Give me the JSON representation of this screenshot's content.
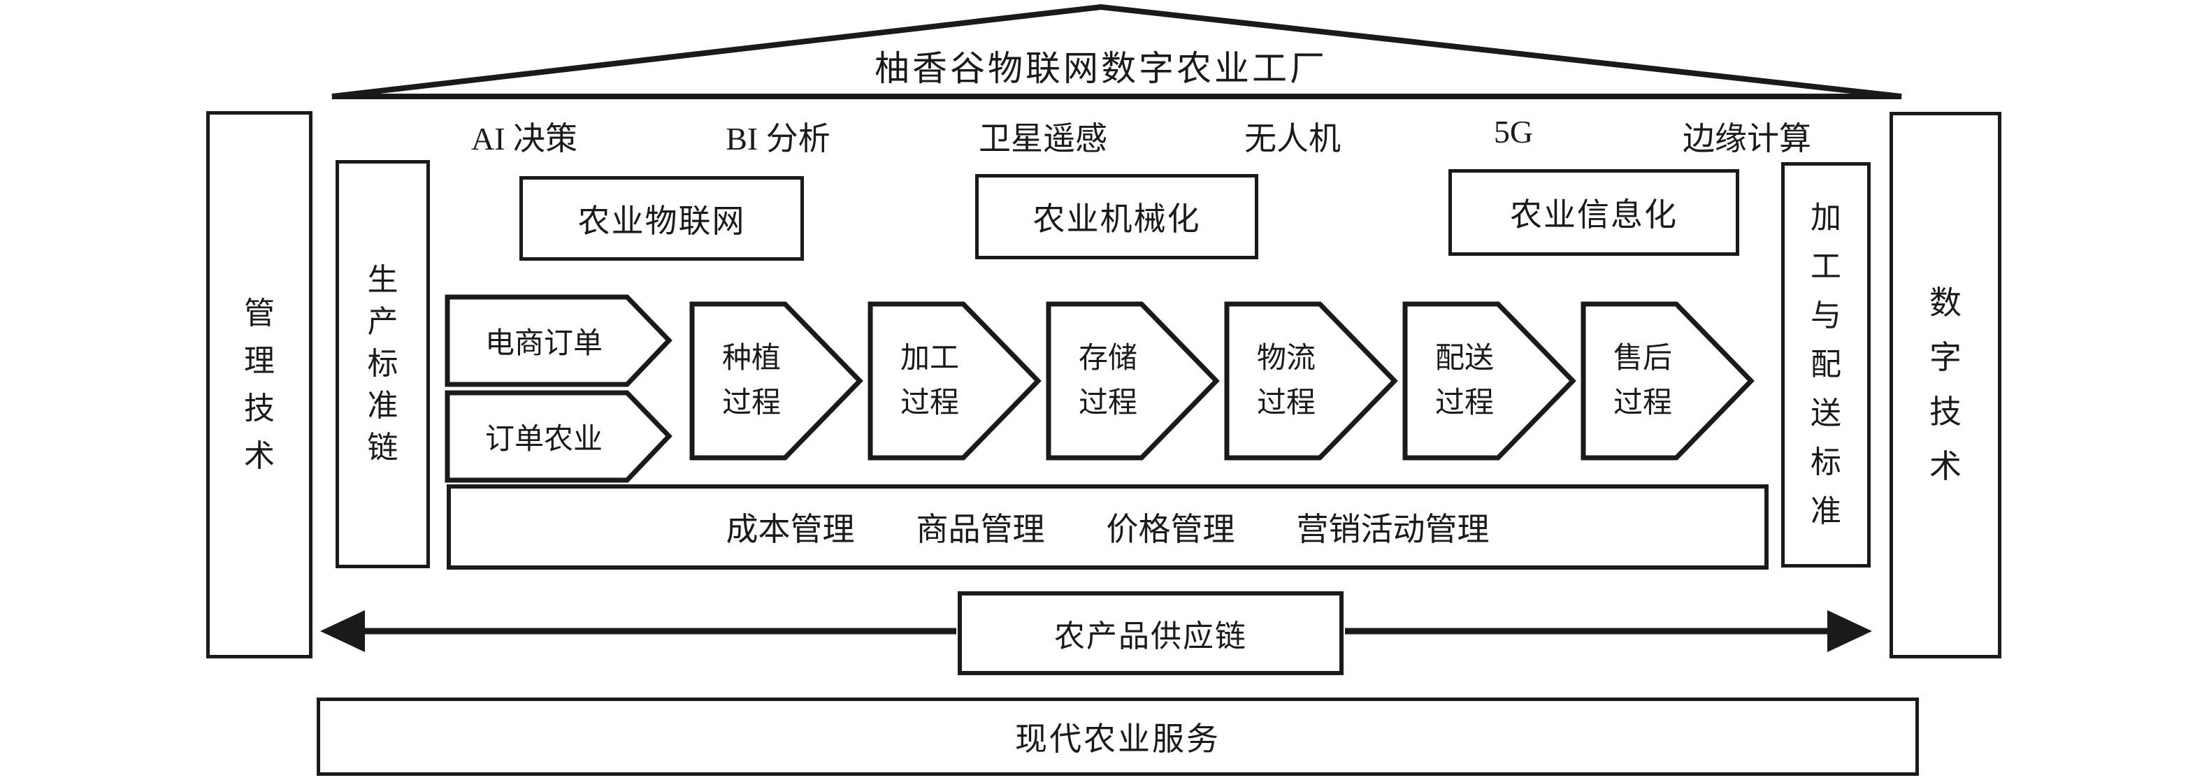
{
  "diagram": {
    "title": "柚香谷物联网数字农业工厂",
    "technologies": [
      "AI 决策",
      "BI 分析",
      "卫星遥感",
      "无人机",
      "5G",
      "边缘计算"
    ],
    "pillars": {
      "management_tech": "管理技术",
      "production_standard_chain": "生产标准链",
      "processing_distribution_standard": "加工与配送标准",
      "digital_tech": "数字技术"
    },
    "categories": [
      "农业物联网",
      "农业机械化",
      "农业信息化"
    ],
    "order_inputs": [
      "电商订单",
      "订单农业"
    ],
    "processes": [
      [
        "种植",
        "过程"
      ],
      [
        "加工",
        "过程"
      ],
      [
        "存储",
        "过程"
      ],
      [
        "物流",
        "过程"
      ],
      [
        "配送",
        "过程"
      ],
      [
        "售后",
        "过程"
      ]
    ],
    "management_strip": [
      "成本管理",
      "商品管理",
      "价格管理",
      "营销活动管理"
    ],
    "supply_chain": "农产品供应链",
    "bottom_service": "现代农业服务",
    "colors": {
      "ink": "#1a1a1a",
      "background": "#ffffff"
    }
  }
}
